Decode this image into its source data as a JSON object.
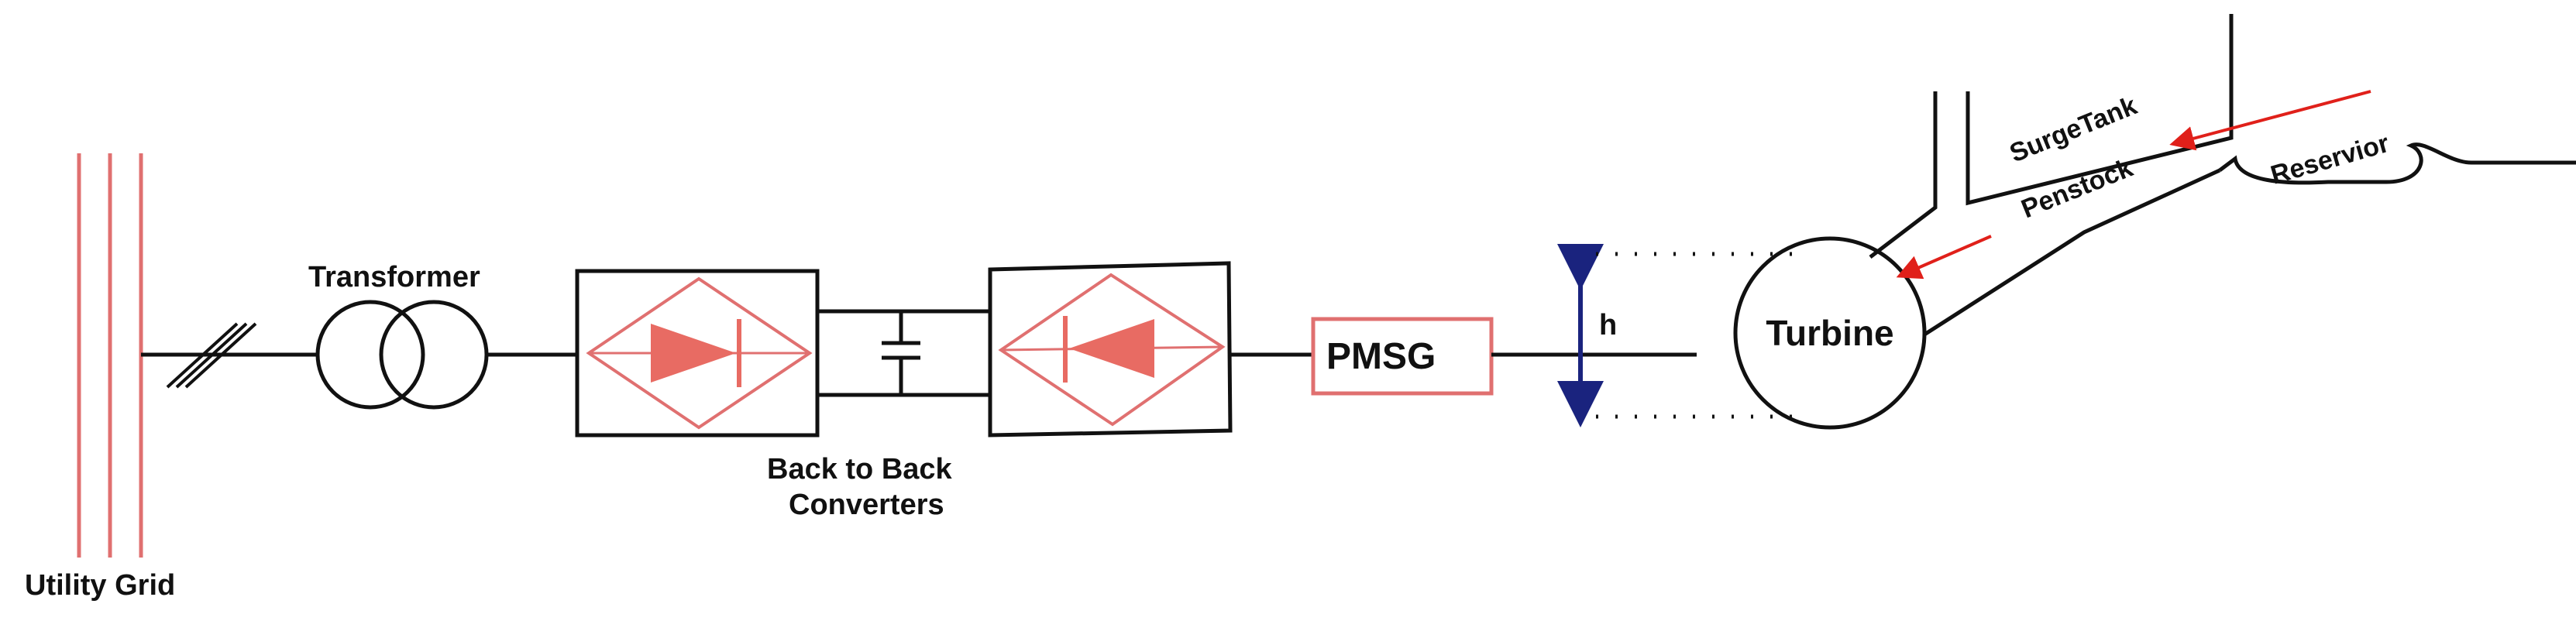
{
  "labels": {
    "utility_grid": "Utility Grid",
    "transformer": "Transformer",
    "converters_line1": "Back to Back",
    "converters_line2": "Converters",
    "pmsg": "PMSG",
    "head": "h",
    "turbine": "Turbine",
    "surge_tank": "SurgeTank",
    "penstock": "Penstock",
    "reservoir": "Reservior"
  },
  "colors": {
    "line": "#111111",
    "component": "#e07070",
    "diode_fill": "#e86b63",
    "head_arrow": "#1a237e",
    "flow_arrow": "#e0201a"
  },
  "icons": [
    "three-phase-bus-icon",
    "transformer-icon",
    "rectifier-icon",
    "dc-link-capacitor-icon",
    "inverter-icon",
    "pmsg-icon",
    "turbine-icon",
    "flow-arrow-icon",
    "head-arrow-icon"
  ]
}
